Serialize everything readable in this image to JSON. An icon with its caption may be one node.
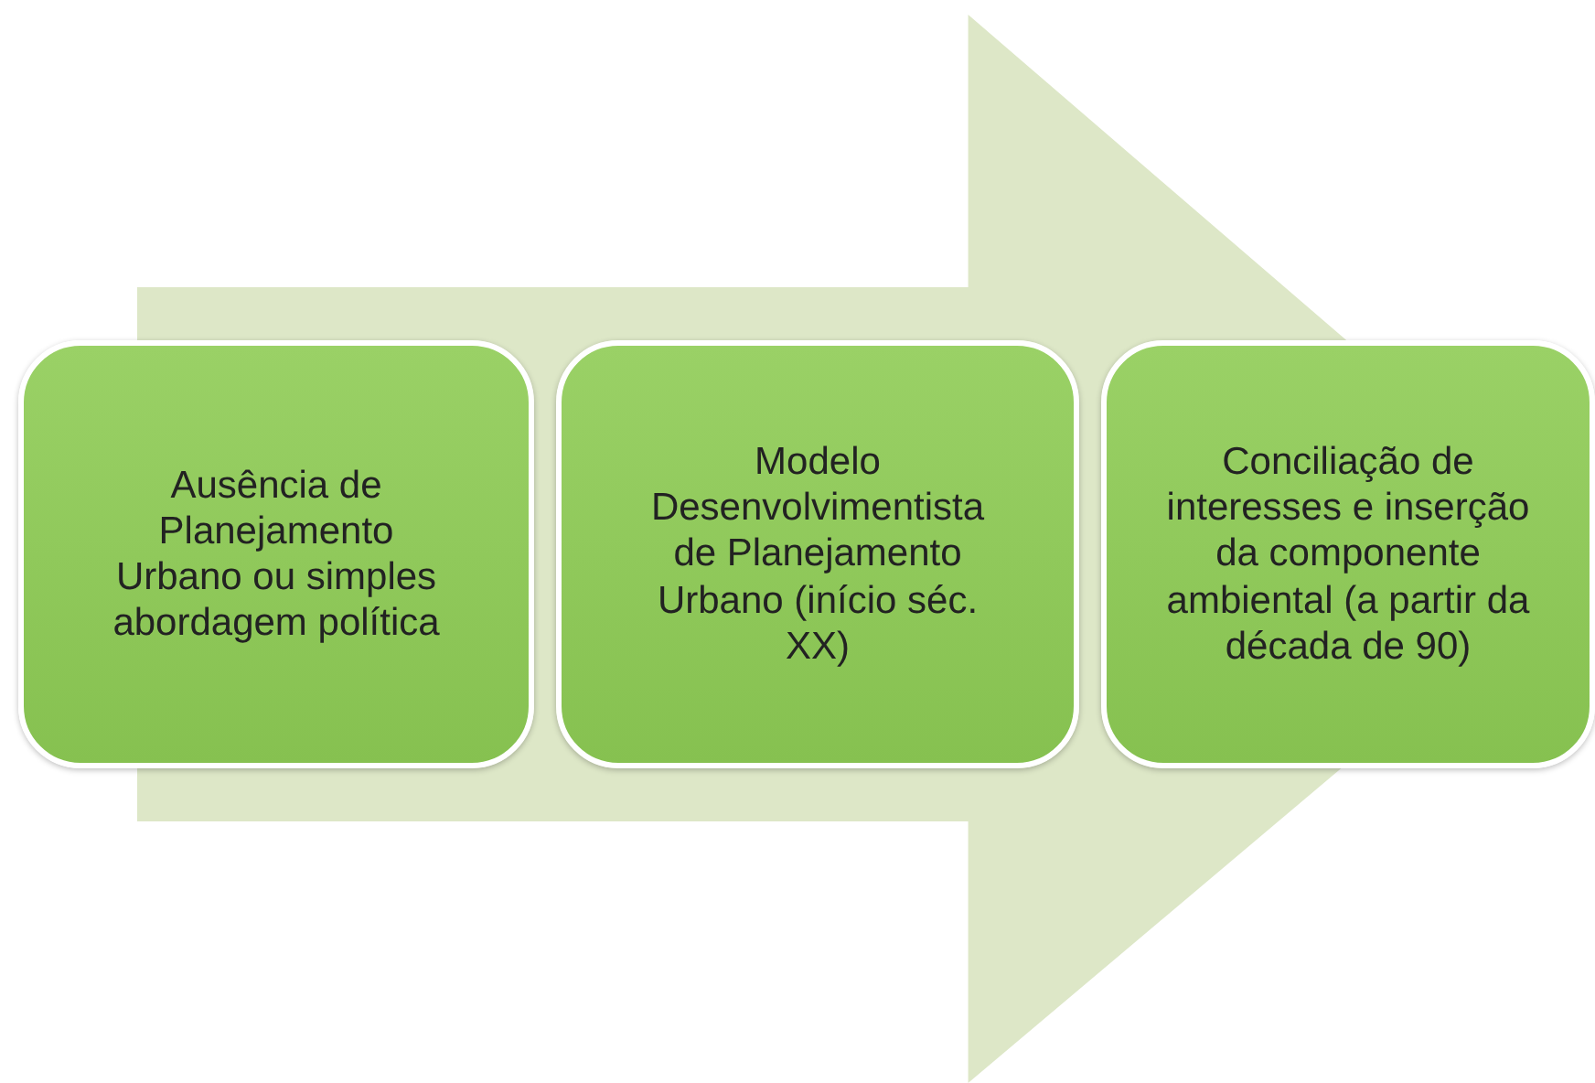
{
  "diagram": {
    "nodes": [
      {
        "text": [
          "Ausência de Planejamento Urbano ou simples abordagem política"
        ]
      },
      {
        "text": [
          "Modelo Desenvolvimentista de Planejamento Urbano (início séc. XX)"
        ]
      },
      {
        "text": [
          "Conciliação de interesses e inserção da componente ambiental (a partir da década de 90)"
        ]
      }
    ],
    "edges": [
      {
        "from": 0,
        "to": 2,
        "arrow": "to"
      }
    ]
  }
}
